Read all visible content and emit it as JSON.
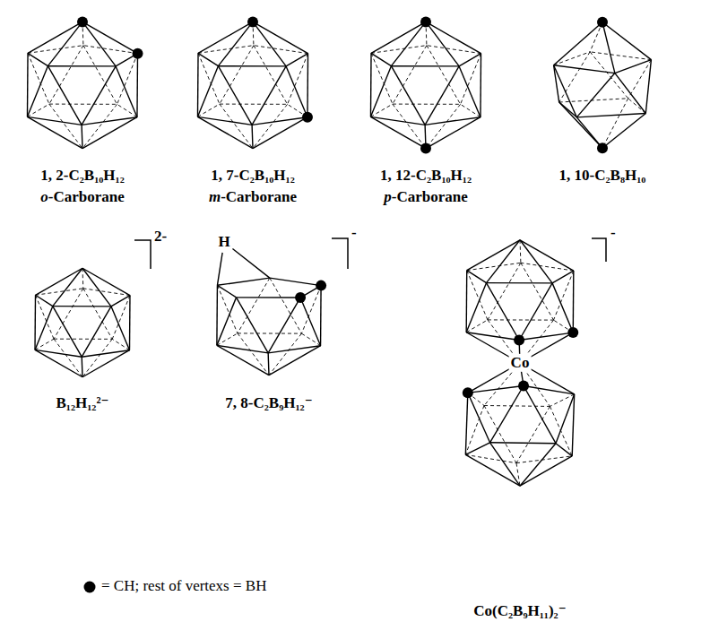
{
  "diagram": {
    "labels": [
      "1, 2-C₂B₁₀H₁₂",
      "o-Carborane",
      "1, 7-C₂B₁₀H₁₂",
      "m-Carborane",
      "1, 12-C₂B₁₀H₁₂",
      "p-Carborane",
      "1, 10-C₂B₈H₁₀",
      "2-",
      "H",
      "-",
      "-",
      "B₁₂H₁₂²⁻",
      "7, 8-C₂B₉H₁₂⁻",
      "Co",
      "Co(C₂B₉H₁₁)₂⁻"
    ],
    "legend": [
      {
        "text": "= CH; rest of vertexs = BH"
      }
    ]
  }
}
